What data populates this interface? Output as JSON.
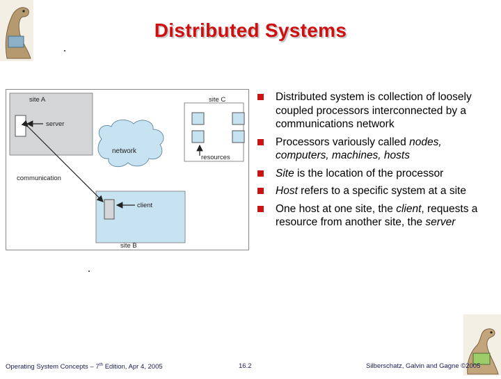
{
  "slide": {
    "title": "Distributed Systems",
    "bullets": [
      [
        {
          "t": "Distributed system is collection of loosely coupled processors interconnected by a communications network",
          "i": false
        }
      ],
      [
        {
          "t": "Processors variously called ",
          "i": false
        },
        {
          "t": "nodes, computers, machines, hosts",
          "i": true
        }
      ],
      [
        {
          "t": "Site",
          "i": true
        },
        {
          "t": " is the location of the processor",
          "i": false
        }
      ],
      [
        {
          "t": "Host",
          "i": true
        },
        {
          "t": " refers to a specific system at a site",
          "i": false
        }
      ],
      [
        {
          "t": "One host at one site, the ",
          "i": false
        },
        {
          "t": "client",
          "i": true
        },
        {
          "t": ", requests a resource from another site, the ",
          "i": false
        },
        {
          "t": "server",
          "i": true
        }
      ]
    ]
  },
  "diagram": {
    "site_a": "site A",
    "site_b": "site B",
    "site_c": "site C",
    "server": "server",
    "network": "network",
    "resources": "resources",
    "communication": "communication",
    "client": "client"
  },
  "footer": {
    "left_prefix": "Operating System Concepts – 7",
    "left_sup": "th",
    "left_suffix": " Edition, Apr 4, 2005",
    "page": "16.2",
    "right": "Silberschatz, Galvin and Gagne ©2005"
  },
  "colors": {
    "title": "#d01010",
    "bullet": "#c81414",
    "site_a_fill": "#d4d5d7",
    "site_b_fill": "#c7e2f1",
    "network_fill": "#c7e2f1"
  }
}
